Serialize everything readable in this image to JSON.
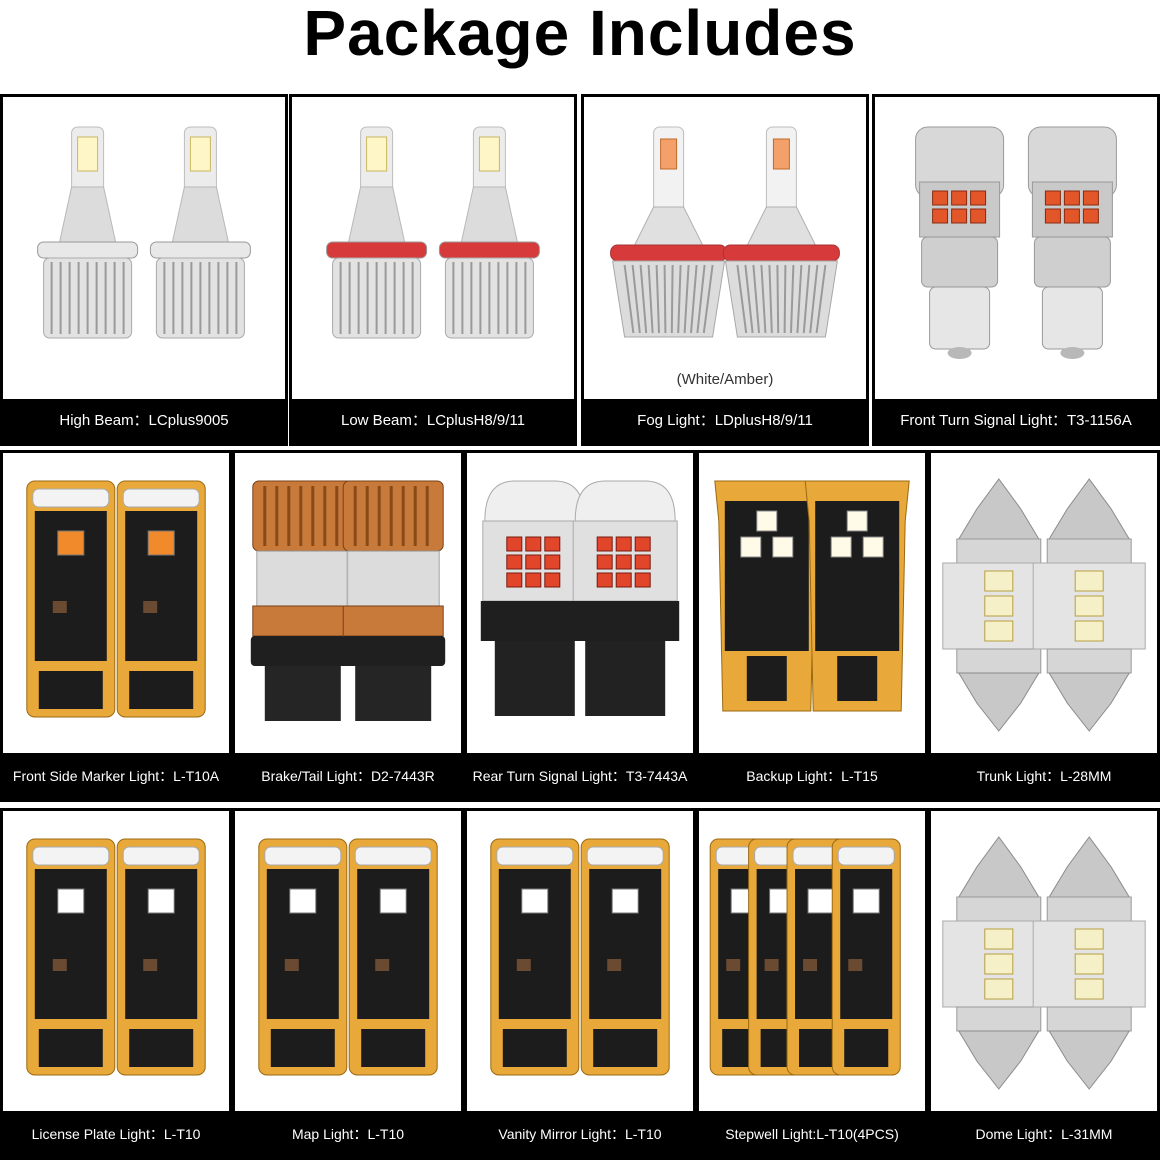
{
  "title": "Package Includes",
  "fog_note": "(White/Amber)",
  "rows": [
    [
      {
        "label": "High Beam：LCplus9005",
        "product": "headlight-bulb-pair",
        "collar_color": "#e8e8e8"
      },
      {
        "label": "Low Beam：LCplusH8/9/11",
        "product": "headlight-bulb-pair",
        "collar_color": "#d63a3a"
      },
      {
        "label": "Fog Light：LDplusH8/9/11",
        "product": "fog-bulb-pair",
        "collar_color": "#d63a3a"
      },
      {
        "label": "Front Turn Signal Light：T3-1156A",
        "product": "turn-bulb-pair",
        "collar_color": "#d4d4d4"
      }
    ],
    [
      {
        "label": "Front Side Marker Light：L-T10A",
        "product": "wedge-bulb-pair",
        "led_color": "#f08a2a"
      },
      {
        "label": "Brake/Tail Light：D2-7443R",
        "product": "copper-bulb-pair",
        "led_color": "#c87a3a"
      },
      {
        "label": "Rear Turn Signal Light：T3-7443A",
        "product": "red-led-bulb-pair",
        "led_color": "#e24a3a"
      },
      {
        "label": "Backup Light：L-T15",
        "product": "backup-bulb-pair",
        "led_color": "#ffffff"
      },
      {
        "label": "Trunk Light：L-28MM",
        "product": "festoon-bulb-pair",
        "led_color": "#f5f0c8"
      }
    ],
    [
      {
        "label": "License Plate Light：L-T10",
        "product": "wedge-bulb-pair",
        "led_color": "#ffffff"
      },
      {
        "label": "Map Light：L-T10",
        "product": "wedge-bulb-pair",
        "led_color": "#ffffff"
      },
      {
        "label": "Vanity Mirror Light：L-T10",
        "product": "wedge-bulb-pair",
        "led_color": "#ffffff"
      },
      {
        "label": "Stepwell Light:L-T10(4PCS)",
        "product": "wedge-bulb-quad",
        "led_color": "#ffffff"
      },
      {
        "label": "Dome Light：L-31MM",
        "product": "festoon-bulb-pair",
        "led_color": "#f5f0c8"
      }
    ]
  ]
}
